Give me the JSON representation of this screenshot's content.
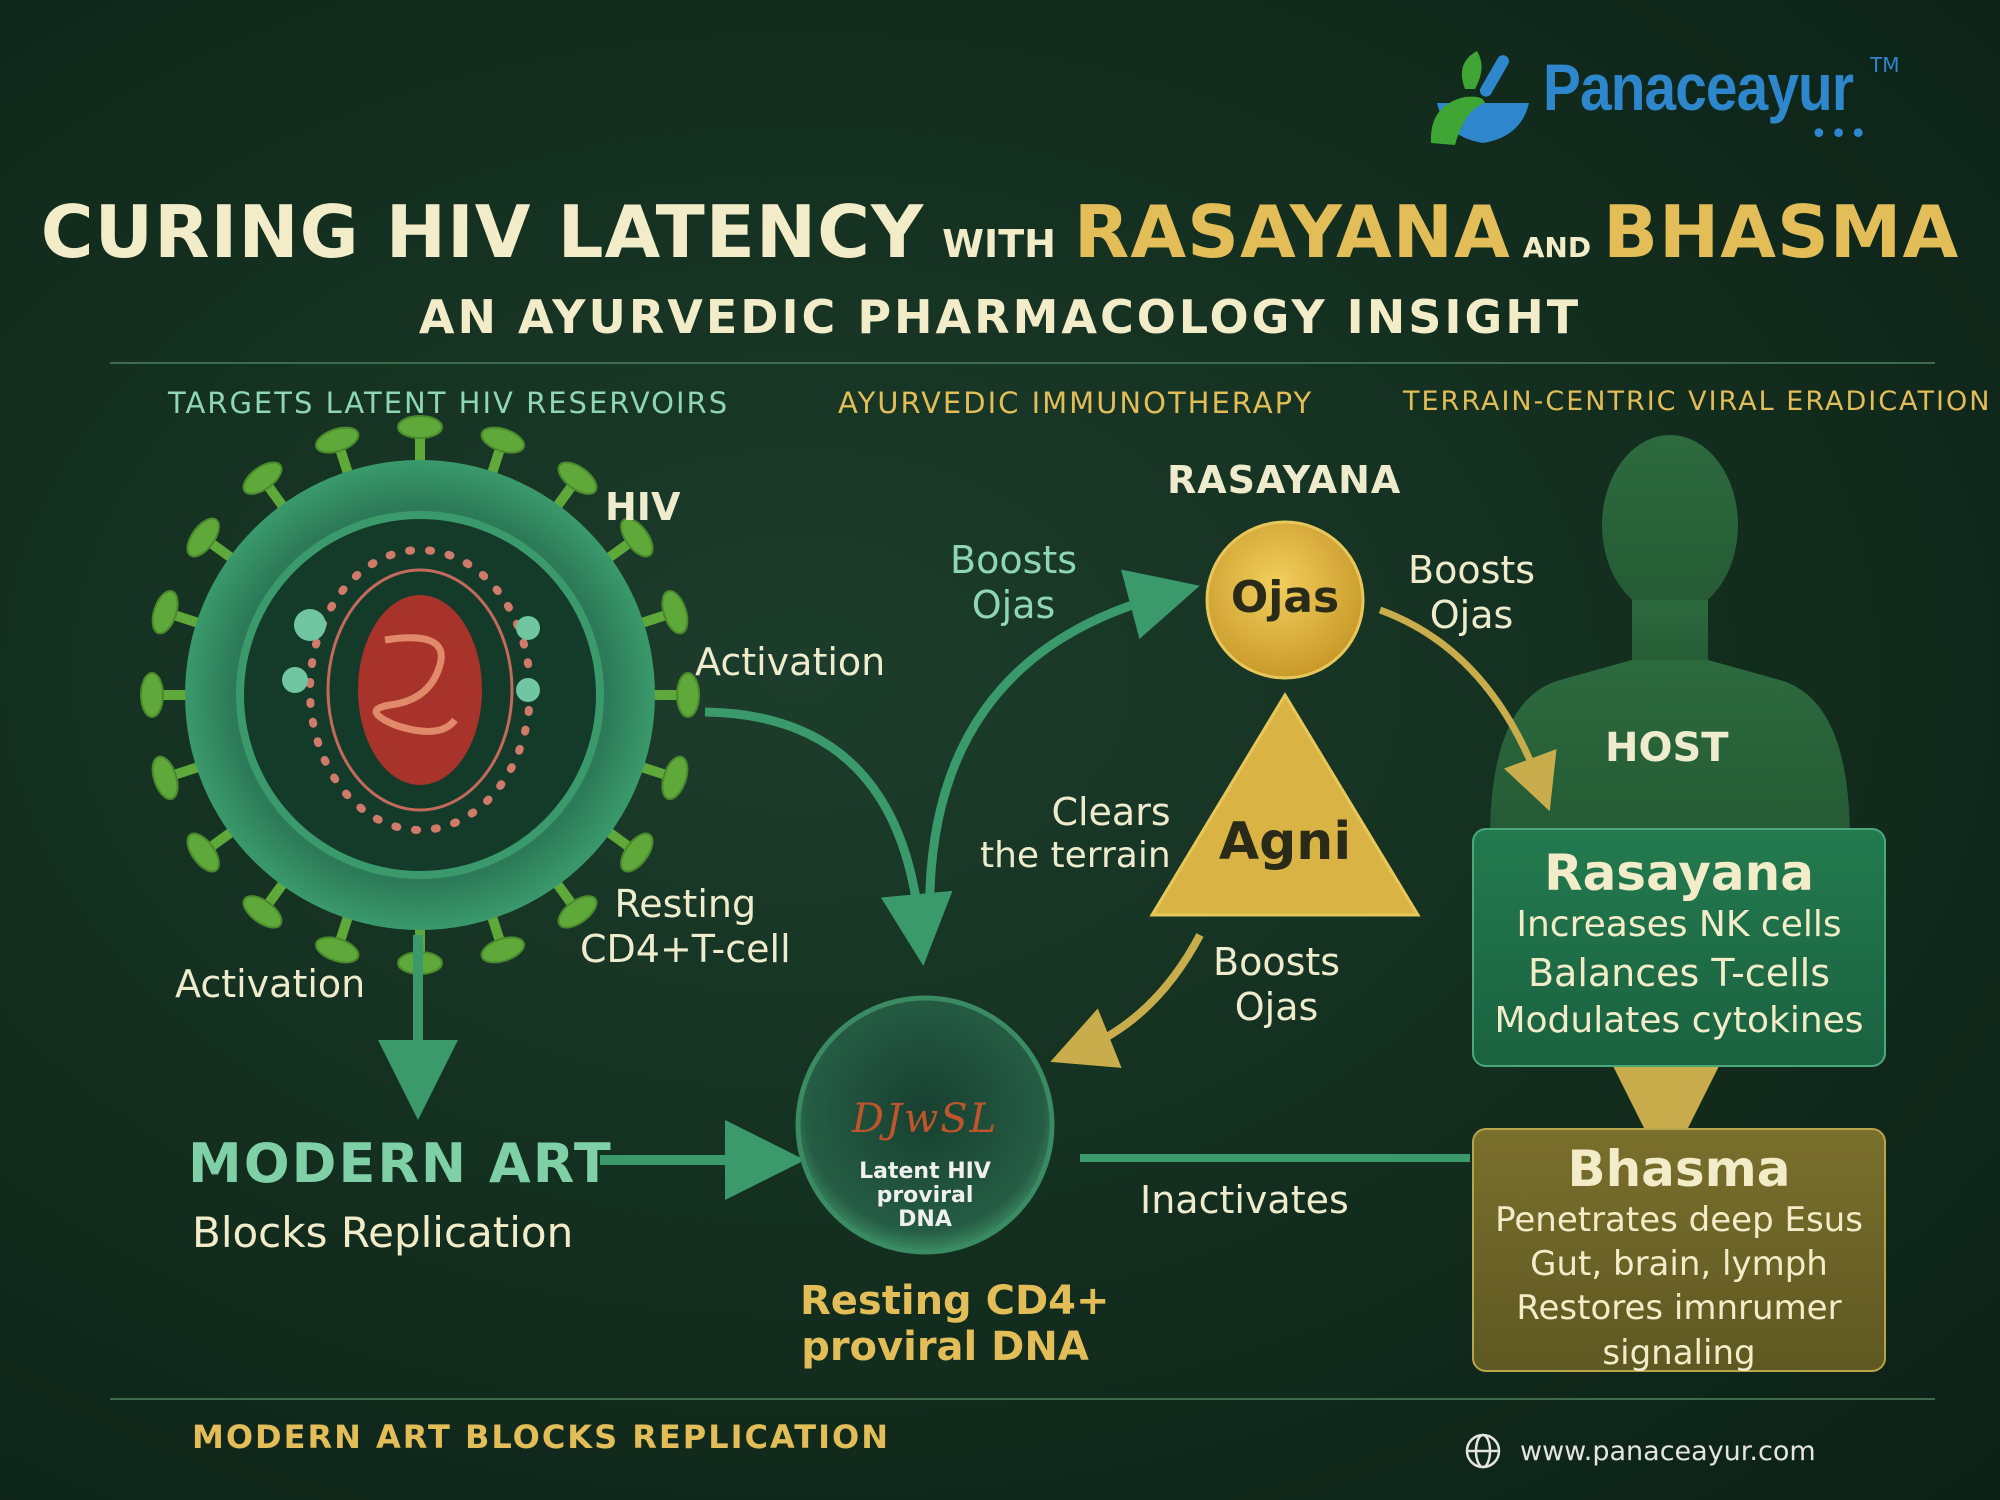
{
  "brand": {
    "name": "Panaceayur",
    "trademark": "TM",
    "url": "www.panaceayur.com"
  },
  "title": {
    "part1": "CURING HIV LATENCY",
    "with": "WITH",
    "part2": "RASAYANA",
    "and": "AND",
    "part3": "BHASMA",
    "subtitle": "AN AYURVEDIC PHARMACOLOGY INSIGHT"
  },
  "tags": [
    "TARGETS LATENT HIV RESERVOIRS",
    "AYURVEDIC IMMUNOTHERAPY",
    "TERRAIN-CENTRIC VIRAL ERADICATION"
  ],
  "diagram": {
    "hiv_label": "HIV",
    "activation_right": "Activation",
    "activation_down": "Activation",
    "resting_cd4_line1": "Resting",
    "resting_cd4_line2": "CD4+T-cell",
    "rasayana_label": "RASAYANA",
    "boosts_ojas_left_1": "Boosts",
    "boosts_ojas_left_2": "Ojas",
    "boosts_ojas_right_1": "Boosts",
    "boosts_ojas_right_2": "Ojas",
    "boosts_ojas_lower_1": "Boosts",
    "boosts_ojas_lower_2": "Ojas",
    "ojas_node": "Ojas",
    "agni_node": "Agni",
    "clears_1": "Clears",
    "clears_2": "the terrain",
    "host_label": "HOST",
    "modern_art_title": "MODERN ART",
    "modern_art_sub": "Blocks Replication",
    "cell_scrawl": "DJwSL",
    "cell_text_1": "Latent HIV",
    "cell_text_2": "proviral",
    "cell_text_3": "DNA",
    "resting_dna_1": "Resting CD4+",
    "resting_dna_2": "proviral DNA",
    "inactivates": "Inactivates"
  },
  "rasayana_box": {
    "title": "Rasayana",
    "items": [
      "Increases NK cells",
      "Balances T-cells",
      "Modulates cytokines"
    ]
  },
  "bhasma_box": {
    "title": "Bhasma",
    "items": [
      "Penetrates deep Esus",
      "Gut, brain, lymph",
      "Restores imnrumer",
      "signaling"
    ]
  },
  "footer": {
    "left": "MODERN ART BLOCKS REPLICATION"
  },
  "colors": {
    "background": "#143020",
    "teal_arrow": "#3a9a6c",
    "gold": "#e2bd58",
    "rasayana_box": "#1f6b45",
    "bhasma_box": "#6e6428"
  },
  "icons": [
    "mortar-leaf-logo-icon",
    "globe-icon",
    "hiv-virus-icon",
    "person-silhouette-icon"
  ]
}
